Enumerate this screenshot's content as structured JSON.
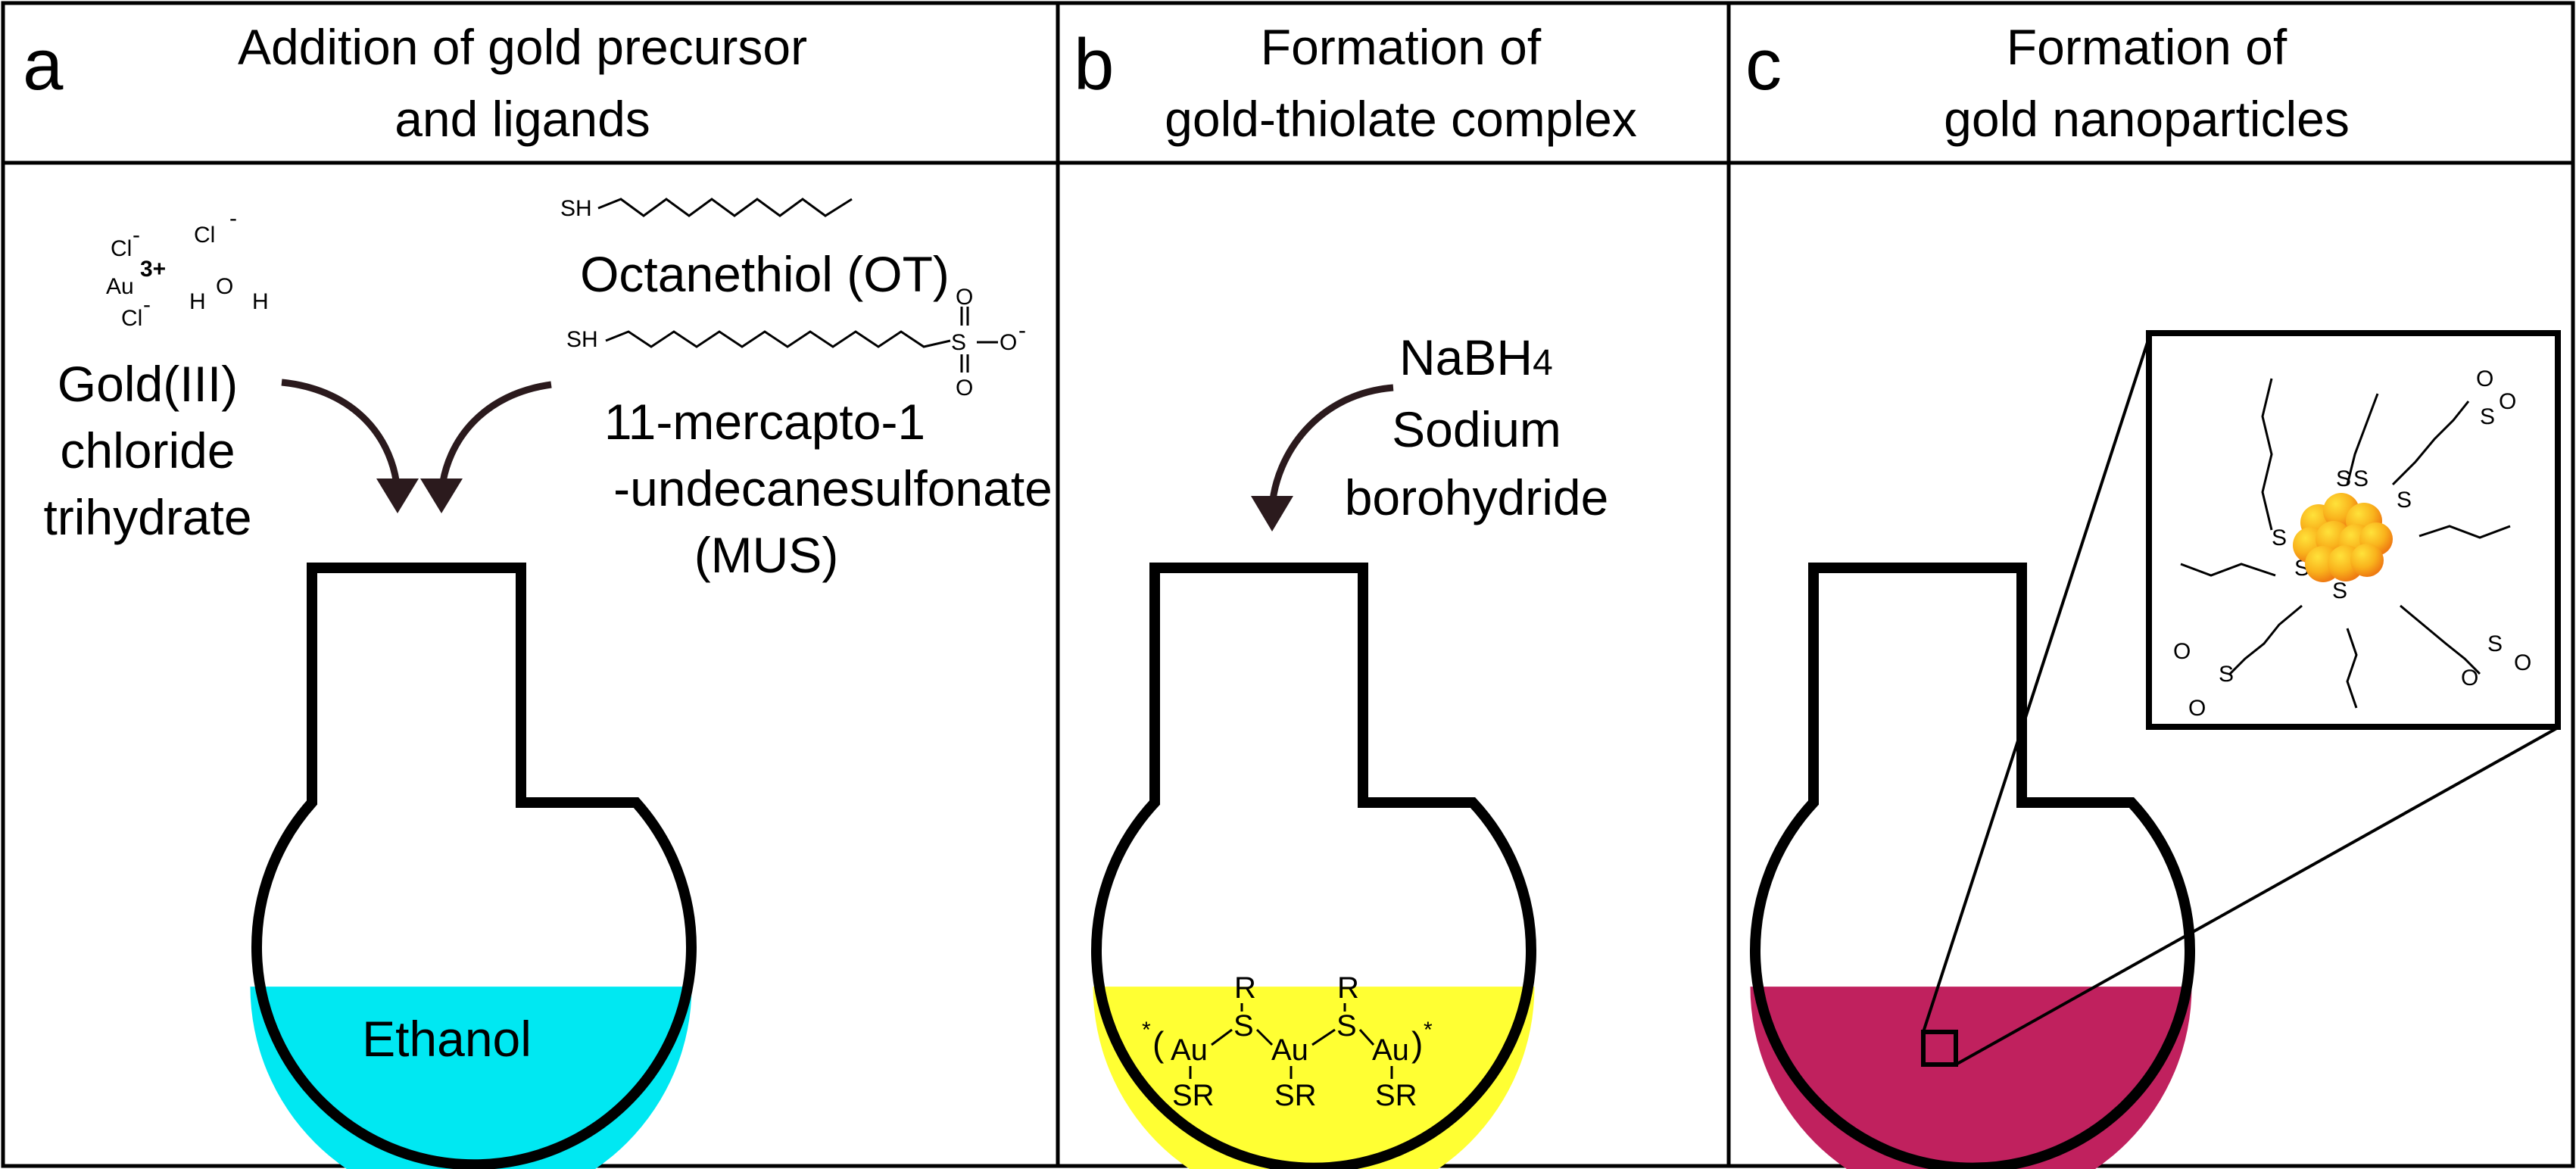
{
  "colors": {
    "ethanol_fill": "#00e8f2",
    "complex_fill": "#ffff33",
    "nanoparticle_fill": "#c0215e",
    "gold_core": "#f7a41d",
    "gold_core_highlight": "#ffd21a",
    "arrow": "#2b1a1d",
    "frame": "#000000"
  },
  "panels": [
    {
      "letter": "a",
      "title_line1": "Addition of gold precursor",
      "title_line2": "and ligands"
    },
    {
      "letter": "b",
      "title_line1": "Formation of",
      "title_line2": "gold-thiolate complex"
    },
    {
      "letter": "c",
      "title_line1": "Formation of",
      "title_line2": "gold nanoparticles"
    }
  ],
  "panel_a": {
    "gold_chloride": {
      "formula": {
        "cl1": "Cl",
        "cl2": "Cl",
        "cl3": "Cl",
        "minus": "-",
        "au": "Au",
        "charge": "3+",
        "h1": "H",
        "o": "O",
        "h2": "H"
      },
      "name_line1": "Gold(III)",
      "name_line2": "chloride",
      "name_line3": "trihydrate"
    },
    "octanethiol": {
      "sh": "SH",
      "name": "Octanethiol (OT)"
    },
    "mus": {
      "sh": "SH",
      "s": "S",
      "o1": "O",
      "o2": "O",
      "o3": "O",
      "charge": "-",
      "name_line1": "11-mercapto-1",
      "name_line2": "-undecanesulfonate",
      "name_line3": "(MUS)"
    },
    "solvent": "Ethanol"
  },
  "panel_b": {
    "reagent_formula": "NaBH",
    "reagent_subscript": "4",
    "reagent_name_line1": "Sodium",
    "reagent_name_line2": "borohydride",
    "complex": {
      "star": "*",
      "au": "Au",
      "s": "S",
      "r": "R",
      "sr": "SR"
    }
  },
  "panel_c": {
    "sulfur": "S",
    "oxygen": "O"
  }
}
